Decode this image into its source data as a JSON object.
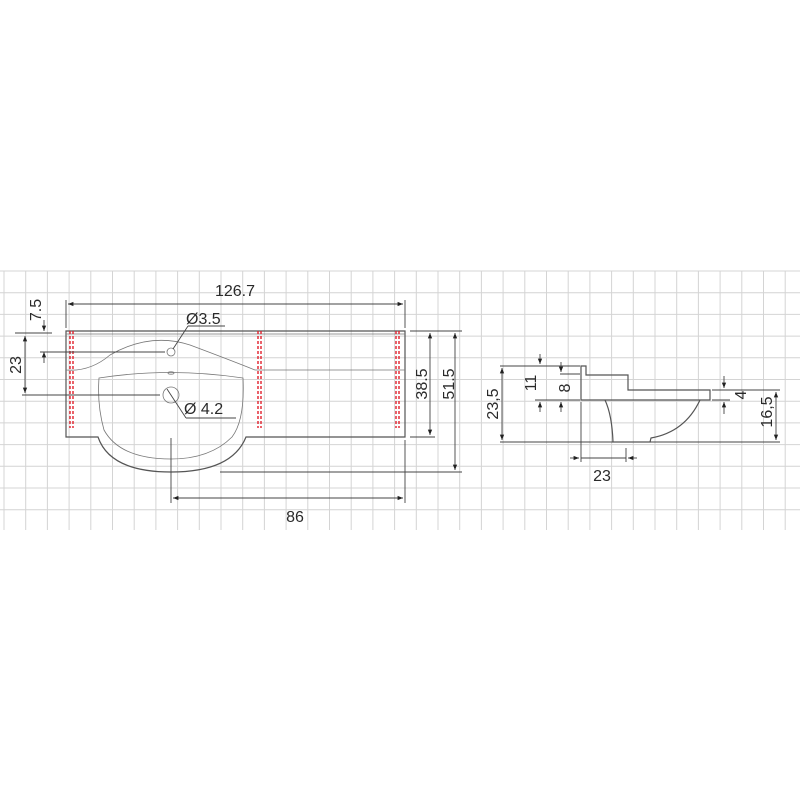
{
  "top_view": {
    "width_label": "126.7",
    "offset_label": "7.5",
    "drain_offset_label": "23",
    "tap_hole_label": "Ø3.5",
    "drain_hole_label": "Ø 4.2",
    "depth_label": "38.5",
    "total_depth_label": "51.5",
    "right_width_label": "86"
  },
  "side_view": {
    "height_label": "23,5",
    "back_height_label": "11",
    "step_label": "8",
    "rim_label": "4",
    "bowl_height_label": "16,5",
    "bowl_width_label": "23"
  },
  "colors": {
    "hidden_lines": "#e01e2a",
    "outline": "#555555"
  }
}
